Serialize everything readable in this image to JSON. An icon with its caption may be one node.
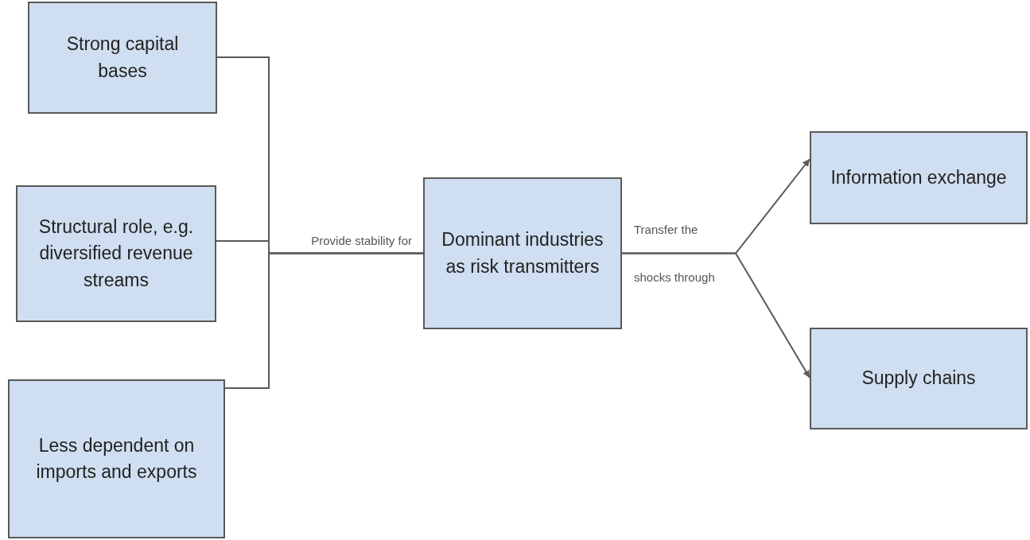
{
  "diagram": {
    "nodes": [
      {
        "text": [
          "Strong capital bases"
        ]
      },
      {
        "text": [
          "Structural role, e.g. diversified revenue streams"
        ]
      },
      {
        "text": [
          "Less dependent on imports and exports"
        ]
      },
      {
        "text": [
          "Dominant industries as risk transmitters"
        ]
      },
      {
        "text": [
          "Information exchange"
        ]
      },
      {
        "text": [
          "Supply chains"
        ]
      }
    ],
    "edges": [
      {
        "from": 0,
        "to": 3,
        "arrow": "none"
      },
      {
        "from": 1,
        "to": 3,
        "arrow": "none",
        "label": "Provide stability for"
      },
      {
        "from": 2,
        "to": 3,
        "arrow": "none"
      },
      {
        "from": 3,
        "to": 4,
        "arrow": "to",
        "label": "Transfer the shocks through"
      },
      {
        "from": 3,
        "to": 5,
        "arrow": "to"
      }
    ]
  }
}
